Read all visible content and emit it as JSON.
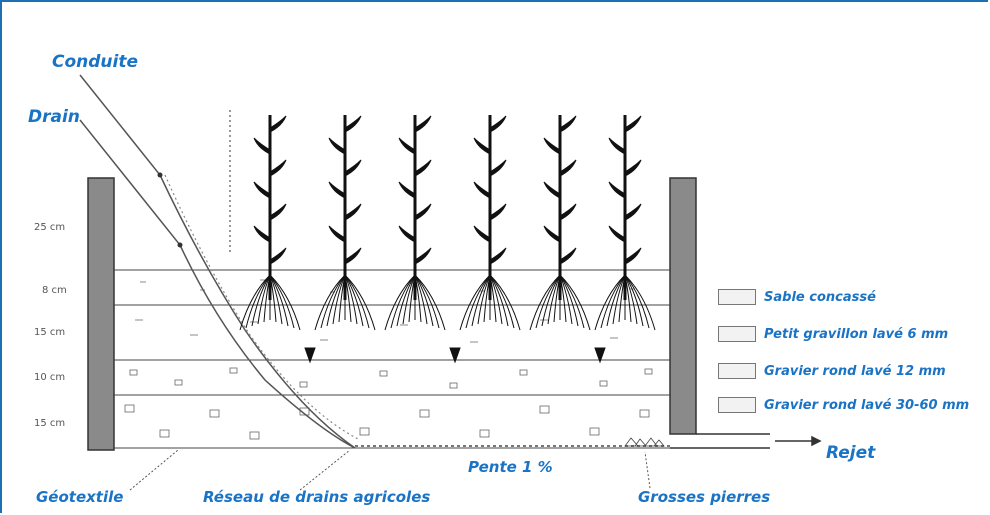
{
  "labels": {
    "conduite": "Conduite",
    "drain": "Drain",
    "geotextile": "Géotextile",
    "reseau": "Réseau de drains agricoles",
    "pente": "Pente 1 %",
    "grosses_pierres": "Grosses pierres",
    "rejet": "Rejet"
  },
  "depths": [
    "25 cm",
    "8 cm",
    "15 cm",
    "10 cm",
    "15 cm"
  ],
  "legend": [
    {
      "label": "Sable concassé"
    },
    {
      "label": "Petit gravillon lavé 6 mm"
    },
    {
      "label": "Gravier rond lavé 12 mm"
    },
    {
      "label": "Gravier rond lavé 30-60 mm"
    }
  ],
  "colors": {
    "label_blue": "#1a73c4",
    "frame_blue": "#1f6fb5",
    "wall_gray": "#8a8a8a",
    "plant": "#111111"
  }
}
